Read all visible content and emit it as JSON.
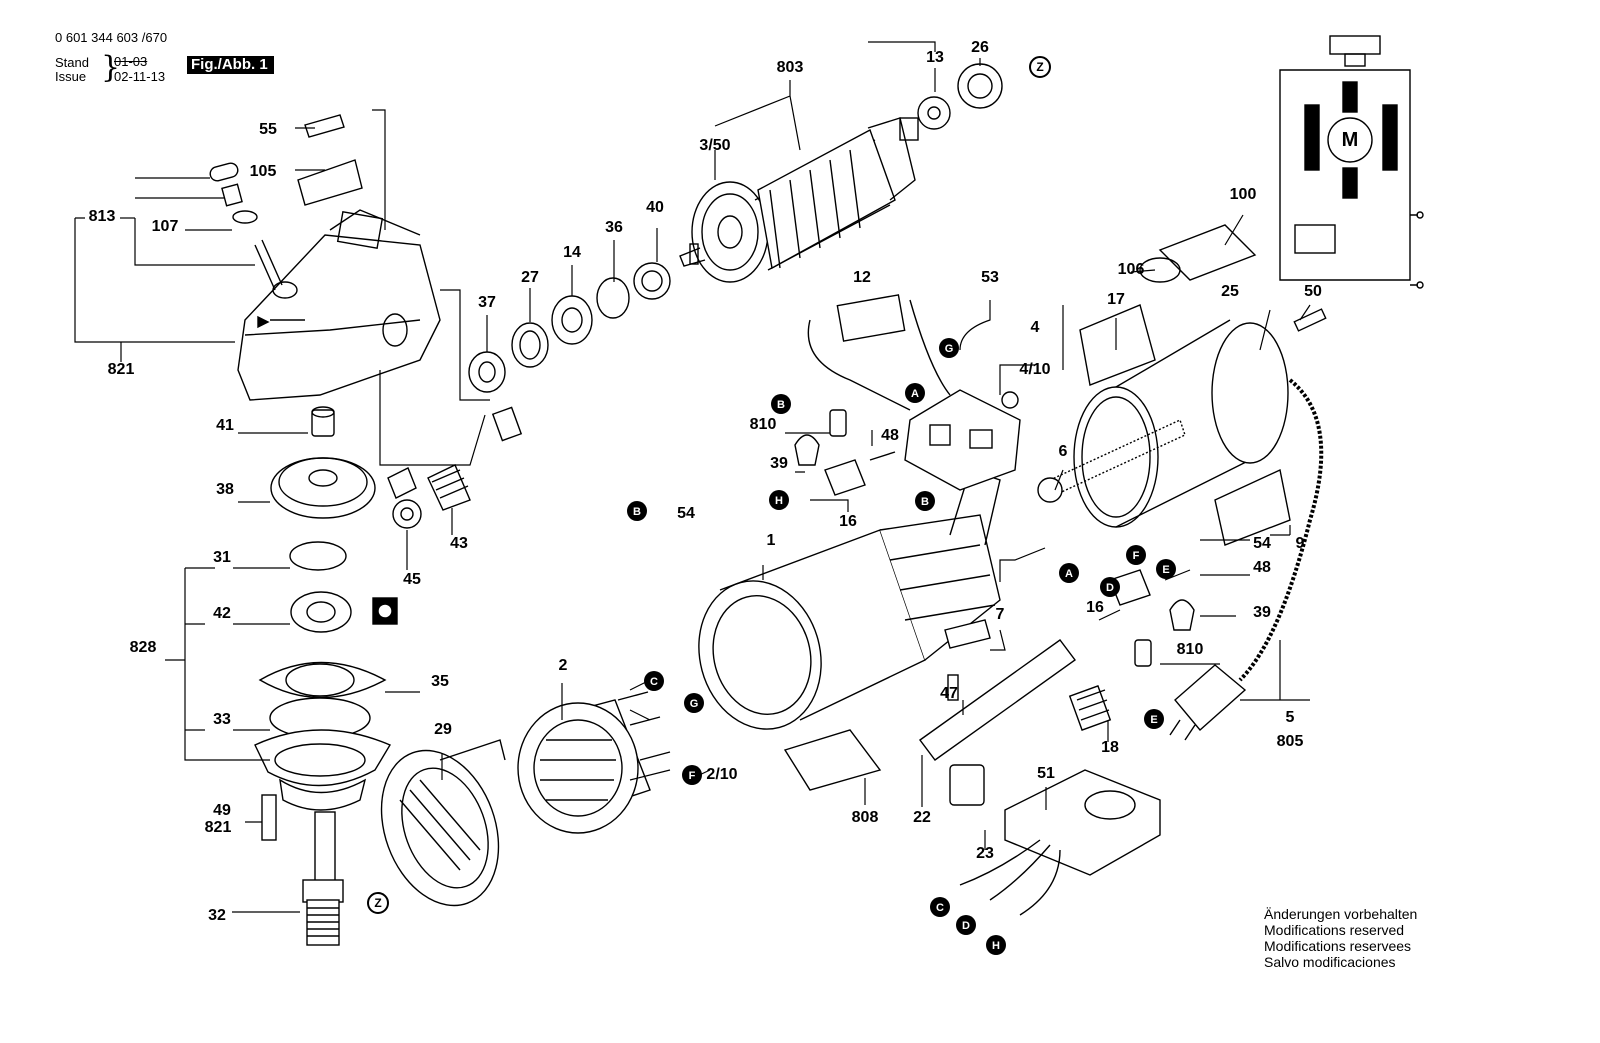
{
  "header": {
    "doc_number": "0 601 344 603 /670",
    "stand_label": "Stand",
    "issue_label": "Issue",
    "stand_date": "01-03",
    "issue_date": "02-11-13",
    "figure_label": "Fig./Abb. 1"
  },
  "footer": {
    "changes": [
      "Änderungen vorbehalten",
      "Modifications reserved",
      "Modifications reservees",
      "Salvo modificaciones"
    ]
  },
  "callouts": [
    "803",
    "13",
    "26",
    "3/50",
    "55",
    "105",
    "813",
    "107",
    "821",
    "40",
    "36",
    "14",
    "27",
    "37",
    "12",
    "53",
    "4",
    "4/10",
    "100",
    "106",
    "17",
    "25",
    "50",
    "6",
    "810",
    "48",
    "39",
    "16",
    "41",
    "38",
    "45",
    "43",
    "31",
    "42",
    "828",
    "35",
    "33",
    "49",
    "821",
    "32",
    "29",
    "2",
    "2/10",
    "1",
    "7",
    "47",
    "54",
    "48",
    "39",
    "16",
    "810",
    "9",
    "18",
    "5",
    "805",
    "22",
    "23",
    "808",
    "51",
    "54"
  ],
  "connector_letters": [
    "A",
    "B",
    "C",
    "D",
    "E",
    "F",
    "G",
    "H",
    "Z"
  ],
  "motor_symbol": "M"
}
